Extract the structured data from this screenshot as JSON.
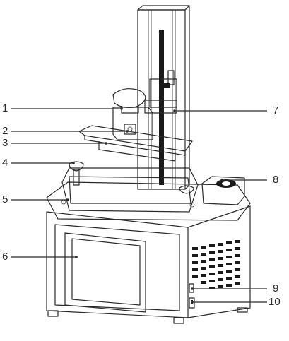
{
  "callouts": [
    {
      "id": "1",
      "label": "1",
      "part": "build-plate-knob"
    },
    {
      "id": "2",
      "label": "2",
      "part": "build-plate-bracket"
    },
    {
      "id": "3",
      "label": "3",
      "part": "build-plate"
    },
    {
      "id": "4",
      "label": "4",
      "part": "vat-thumbscrew"
    },
    {
      "id": "5",
      "label": "5",
      "part": "resin-vat"
    },
    {
      "id": "6",
      "label": "6",
      "part": "touch-screen"
    },
    {
      "id": "7",
      "label": "7",
      "part": "z-axis-carriage"
    },
    {
      "id": "8",
      "label": "8",
      "part": "cooling-fan"
    },
    {
      "id": "9",
      "label": "9",
      "part": "usb-port"
    },
    {
      "id": "10",
      "label": "10",
      "part": "power-switch"
    }
  ],
  "colors": {
    "line": "#2b2b2b",
    "fill": "#ffffff",
    "dark": "#1a1a1a"
  }
}
